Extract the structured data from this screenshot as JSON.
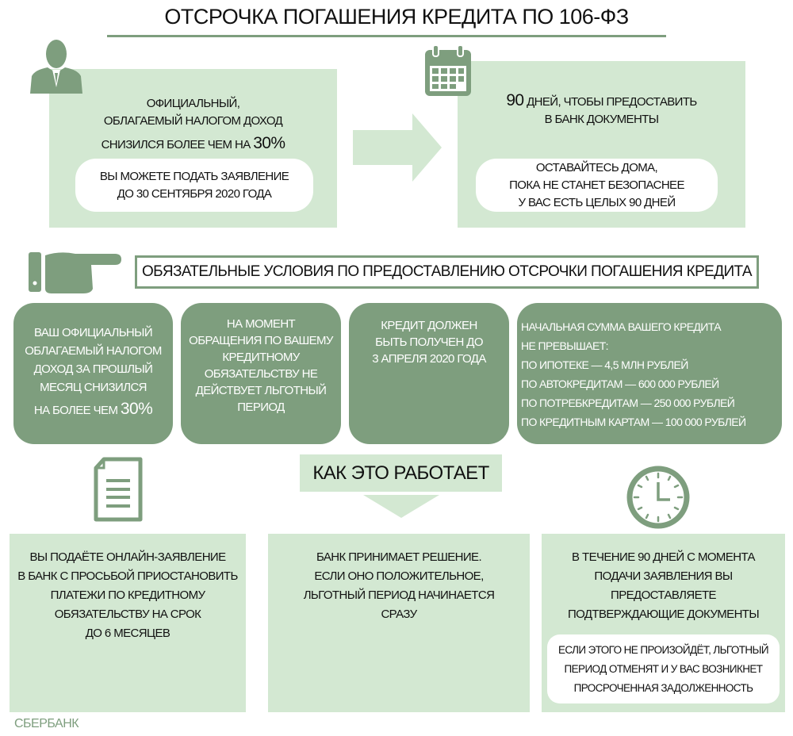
{
  "title": "ОТСРОЧКА ПОГАШЕНИЯ КРЕДИТА ПО 106-ФЗ",
  "block_income": {
    "lines": [
      "ОФИЦИАЛЬНЫЙ,",
      "ОБЛАГАЕМЫЙ НАЛОГОМ ДОХОД"
    ],
    "line3_prefix": "СНИЗИЛСЯ БОЛЕЕ ЧЕМ НА ",
    "line3_value": "30%",
    "pill": [
      "ВЫ МОЖЕТЕ ПОДАТЬ ЗАЯВЛЕНИЕ",
      "ДО 30 СЕНТЯБРЯ 2020 ГОДА"
    ]
  },
  "block_days": {
    "days_value": "90",
    "line1_rest": " ДНЕЙ, ЧТОБЫ ПРЕДОСТАВИТЬ",
    "line2": "В БАНК ДОКУМЕНТЫ",
    "pill": [
      "ОСТАВАЙТЕСЬ ДОМА,",
      "ПОКА НЕ СТАНЕТ БЕЗОПАСНЕЕ",
      "У ВАС ЕСТЬ ЦЕЛЫХ 90 ДНЕЙ"
    ]
  },
  "conditions": {
    "header": "ОБЯЗАТЕЛЬНЫЕ УСЛОВИЯ ПО ПРЕДОСТАВЛЕНИЮ ОТСРОЧКИ ПОГАШЕНИЯ КРЕДИТА",
    "card1": {
      "lines": [
        "ВАШ ОФИЦИАЛЬНЫЙ",
        "ОБЛАГАЕМЫЙ НАЛОГОМ",
        "ДОХОД ЗА ПРОШЛЫЙ",
        "МЕСЯЦ СНИЗИЛСЯ"
      ],
      "last_prefix": "НА БОЛЕЕ ЧЕМ ",
      "last_value": "30%"
    },
    "card2": [
      "НА МОМЕНТ",
      "ОБРАЩЕНИЯ ПО ВАШЕМУ",
      "КРЕДИТНОМУ",
      "ОБЯЗАТЕЛЬСТВУ НЕ",
      "ДЕЙСТВУЕТ ЛЬГОТНЫЙ",
      "ПЕРИОД"
    ],
    "card3": [
      "КРЕДИТ ДОЛЖЕН",
      "БЫТЬ ПОЛУЧЕН ДО",
      "3 АПРЕЛЯ 2020 ГОДА"
    ],
    "card4": [
      "НАЧАЛЬНАЯ СУММА ВАШЕГО КРЕДИТА",
      "НЕ ПРЕВЫШАЕТ:",
      "ПО ИПОТЕКЕ — 4,5 МЛН РУБЛЕЙ",
      "ПО АВТОКРЕДИТАМ — 600 000 РУБЛЕЙ",
      "ПО ПОТРЕБКРЕДИТАМ — 250 000 РУБЛЕЙ",
      "ПО КРЕДИТНЫМ КАРТАМ — 100 000 РУБЛЕЙ"
    ]
  },
  "how": {
    "header": "КАК ЭТО РАБОТАЕТ",
    "step1": [
      "ВЫ ПОДАЁТЕ ОНЛАЙН-ЗАЯВЛЕНИЕ",
      "В БАНК С ПРОСЬБОЙ ПРИОСТАНОВИТЬ",
      "ПЛАТЕЖИ ПО КРЕДИТНОМУ",
      "ОБЯЗАТЕЛЬСТВУ НА СРОК",
      "ДО 6 МЕСЯЦЕВ"
    ],
    "step2": [
      "БАНК ПРИНИМАЕТ РЕШЕНИЕ.",
      "ЕСЛИ ОНО ПОЛОЖИТЕЛЬНОЕ,",
      "ЛЬГОТНЫЙ ПЕРИОД НАЧИНАЕТСЯ",
      "СРАЗУ"
    ],
    "step3": [
      "В ТЕЧЕНИЕ 90 ДНЕЙ С МОМЕНТА",
      "ПОДАЧИ ЗАЯВЛЕНИЯ ВЫ",
      "ПРЕДОСТАВЛЯЕТЕ",
      "ПОДТВЕРЖДАЮЩИЕ ДОКУМЕНТЫ"
    ],
    "step3_pill": [
      "ЕСЛИ ЭТОГО НЕ ПРОИЗОЙДЁТ, ЛЬГОТНЫЙ",
      "ПЕРИОД ОТМЕНЯТ И У ВАС ВОЗНИКНЕТ",
      "ПРОСРОЧЕННАЯ ЗАДОЛЖЕННОСТЬ"
    ]
  },
  "footer": "СБЕРБАНК",
  "colors": {
    "light": "#d3e8d2",
    "dark": "#7e9e7e"
  }
}
